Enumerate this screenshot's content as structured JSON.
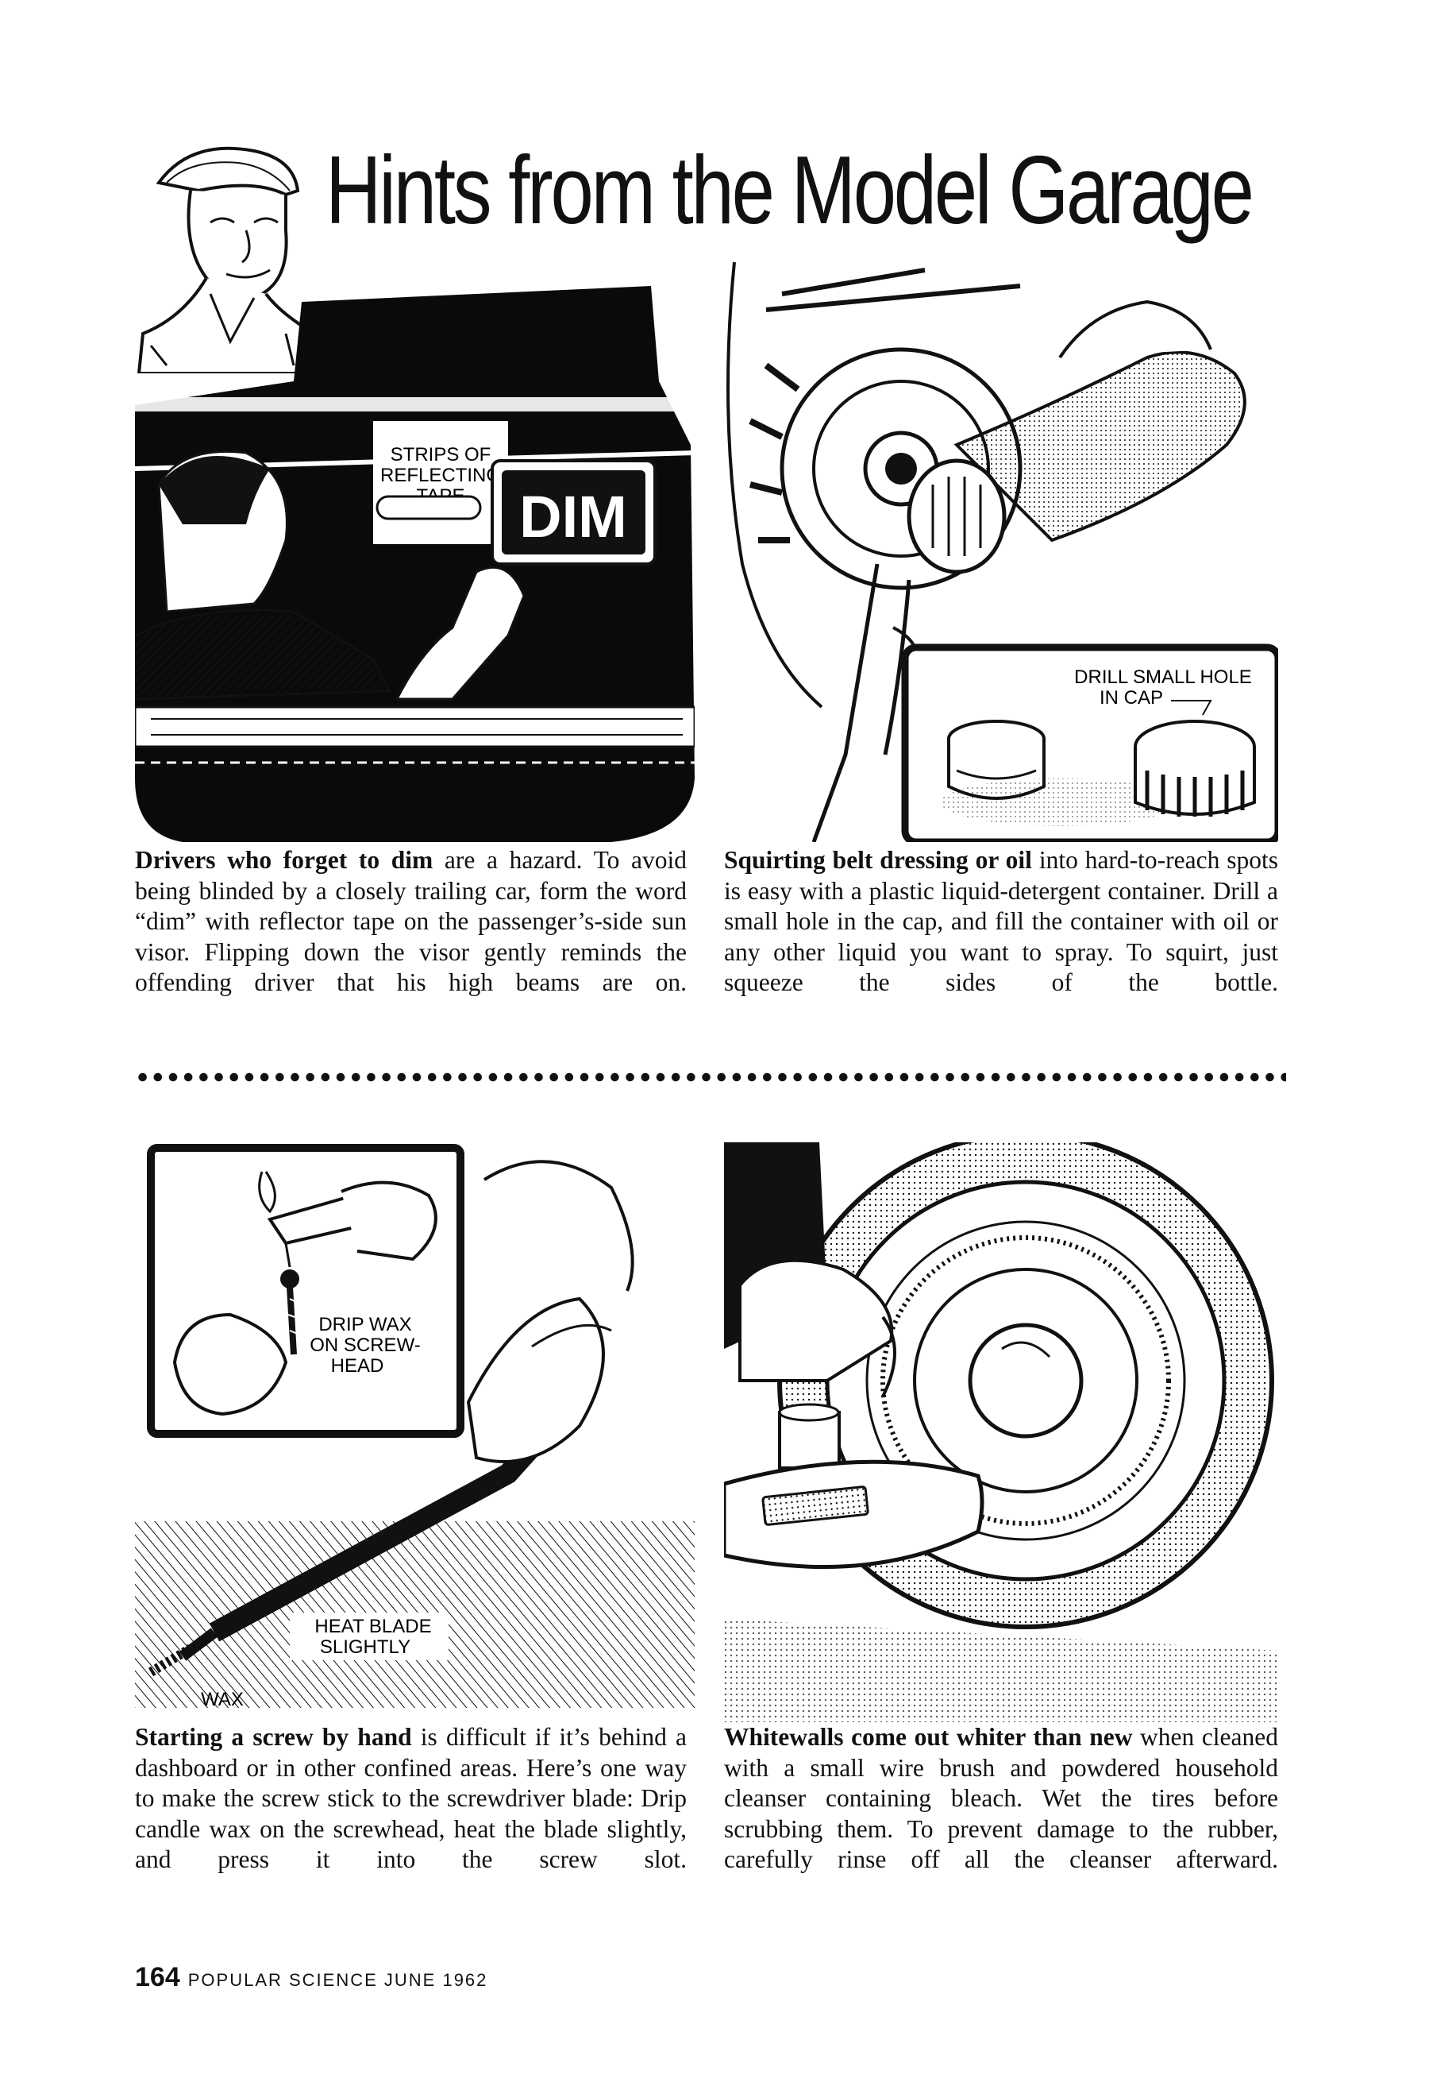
{
  "page": {
    "title": "Hints from the Model Garage"
  },
  "illustrations": {
    "dim": {
      "label_top": "STRIPS OF",
      "label_mid": "REFLECTING",
      "label_bot": "TAPE",
      "sign": "DIM"
    },
    "belt": {
      "label_top": "DRILL SMALL HOLE",
      "label_bot": "IN CAP"
    },
    "screw": {
      "label1": "DRIP WAX",
      "label2": "ON SCREW-",
      "label3": "HEAD",
      "label4": "HEAT BLADE",
      "label5": "SLIGHTLY",
      "label6": "WAX"
    }
  },
  "tips": [
    {
      "lead": "Drivers who forget to dim",
      "body": " are a hazard. To avoid being blinded by a closely trailing car, form the word “dim” with reflector tape on the passenger’s-side sun visor. Flipping down the visor gently reminds the offending driver that his high beams are on."
    },
    {
      "lead": "Squirting belt dressing or oil",
      "body": " into hard-to-reach spots is easy with a plastic liquid-detergent container. Drill a small hole in the cap, and fill the container with oil or any other liquid you want to spray. To squirt, just squeeze the sides of the bottle."
    },
    {
      "lead": "Starting a screw by hand",
      "body": " is difficult if it’s behind a dashboard or in other confined areas. Here’s one way to make the screw stick to the screwdriver blade: Drip candle wax on the screwhead, heat the blade slightly, and press it into the screw slot."
    },
    {
      "lead": "Whitewalls come out whiter than new",
      "body": " when cleaned with a small wire brush and powdered household cleanser containing bleach. Wet the tires before scrubbing them. To prevent damage to the rubber, carefully rinse off all the cleanser afterward."
    }
  ],
  "footer": {
    "page_number": "164",
    "publication": "POPULAR SCIENCE JUNE 1962"
  }
}
